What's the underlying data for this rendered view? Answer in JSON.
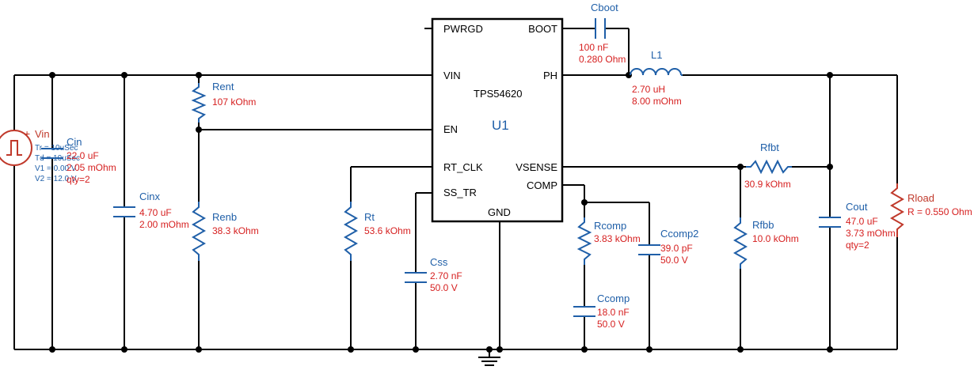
{
  "chip": {
    "ref": "U1",
    "part": "TPS54620",
    "pins": {
      "pwrgd": "PWRGD",
      "boot": "BOOT",
      "vin": "VIN",
      "ph": "PH",
      "en": "EN",
      "rt_clk": "RT_CLK",
      "vsense": "VSENSE",
      "ss_tr": "SS_TR",
      "comp": "COMP",
      "gnd": "GND"
    }
  },
  "components": {
    "vin": {
      "name": "Vin",
      "tr": "Tr = 10uSec",
      "td": "Td = 10uSec",
      "v1": "V1 = 0.00 V",
      "v2": "V2 = 12.0 V"
    },
    "cin": {
      "name": "Cin",
      "value": "22.0 uF",
      "esr": "2.05 mOhm",
      "qty": "qty=2"
    },
    "cinx": {
      "name": "Cinx",
      "value": "4.70 uF",
      "esr": "2.00 mOhm"
    },
    "rent": {
      "name": "Rent",
      "value": "107 kOhm"
    },
    "renb": {
      "name": "Renb",
      "value": "38.3 kOhm"
    },
    "rt": {
      "name": "Rt",
      "value": "53.6 kOhm"
    },
    "css": {
      "name": "Css",
      "value": "2.70 nF",
      "voltage": "50.0 V"
    },
    "cboot": {
      "name": "Cboot",
      "value": "100 nF",
      "esr": "0.280 Ohm"
    },
    "l1": {
      "name": "L1",
      "value": "2.70 uH",
      "dcr": "8.00 mOhm"
    },
    "rcomp": {
      "name": "Rcomp",
      "value": "3.83 kOhm"
    },
    "ccomp": {
      "name": "Ccomp",
      "value": "18.0 nF",
      "voltage": "50.0 V"
    },
    "ccomp2": {
      "name": "Ccomp2",
      "value": "39.0 pF",
      "voltage": "50.0 V"
    },
    "rfbt": {
      "name": "Rfbt",
      "value": "30.9 kOhm"
    },
    "rfbb": {
      "name": "Rfbb",
      "value": "10.0 kOhm"
    },
    "cout": {
      "name": "Cout",
      "value": "47.0 uF",
      "esr": "3.73 mOhm",
      "qty": "qty=2"
    },
    "rload": {
      "name": "Rload",
      "value": "R = 0.550 Ohm"
    }
  },
  "colors": {
    "wire": "#000000",
    "component": "#1f5fa8",
    "value_text": "#d62020",
    "source": "#c0392b"
  }
}
